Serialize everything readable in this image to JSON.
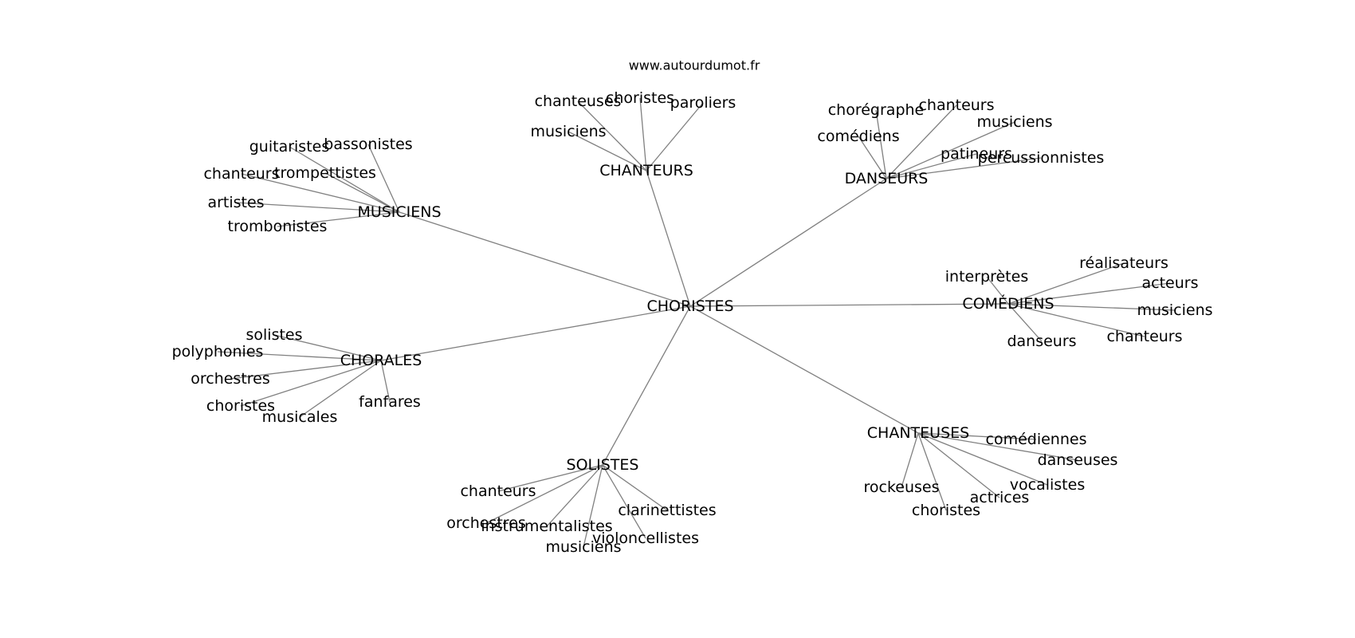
{
  "watermark": "www.autourdumot.fr",
  "graph": {
    "root": "CHORISTES",
    "groups": [
      {
        "hub": "MUSICIENS",
        "leaves": [
          "guitaristes",
          "bassonistes",
          "chanteurs",
          "trompettistes",
          "artistes",
          "trombonistes"
        ]
      },
      {
        "hub": "CHANTEURS",
        "leaves": [
          "chanteuses",
          "choristes",
          "paroliers",
          "musiciens"
        ]
      },
      {
        "hub": "DANSEURS",
        "leaves": [
          "chorégraphe",
          "chanteurs",
          "musiciens",
          "comédiens",
          "patineurs",
          "percussionnistes"
        ]
      },
      {
        "hub": "COMÉDIENS",
        "leaves": [
          "interprètes",
          "réalisateurs",
          "acteurs",
          "musiciens",
          "chanteurs",
          "danseurs"
        ]
      },
      {
        "hub": "CHANTEUSES",
        "leaves": [
          "comédiennes",
          "danseuses",
          "vocalistes",
          "actrices",
          "choristes",
          "rockeuses"
        ]
      },
      {
        "hub": "SOLISTES",
        "leaves": [
          "chanteurs",
          "orchestres",
          "instrumentalistes",
          "musiciens",
          "violoncellistes",
          "clarinettistes"
        ]
      },
      {
        "hub": "CHORALES",
        "leaves": [
          "solistes",
          "polyphonies",
          "orchestres",
          "choristes",
          "musicales",
          "fanfares"
        ]
      }
    ]
  },
  "colors": {
    "edge": "#808080",
    "text": "#000000",
    "background": "#ffffff"
  }
}
